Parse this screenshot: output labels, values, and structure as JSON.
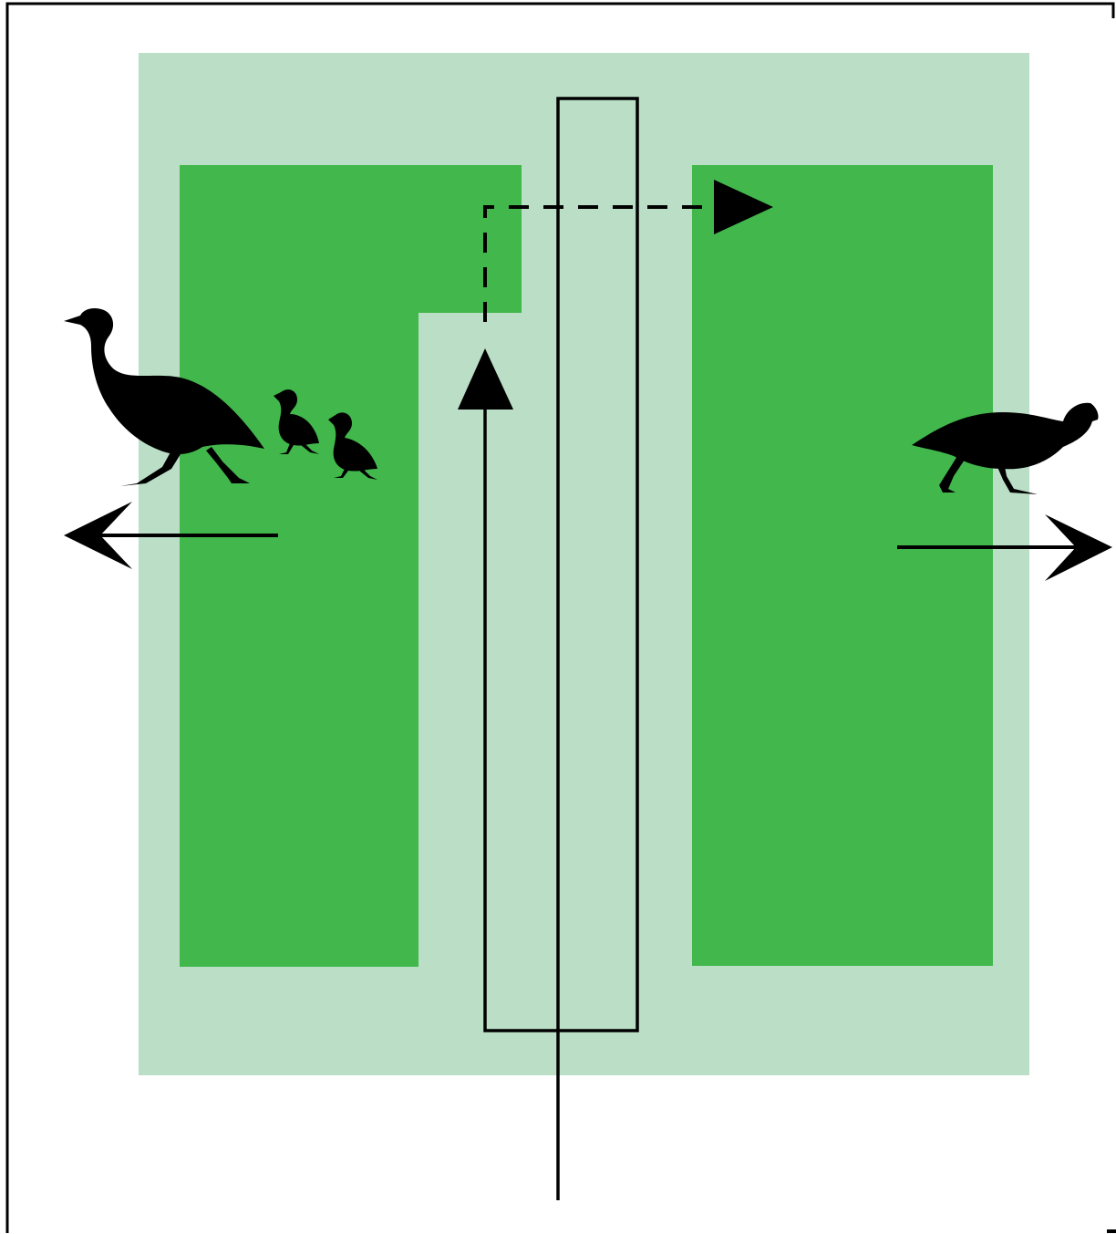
{
  "diagram": {
    "colors": {
      "background": "#ffffff",
      "frame": "#000000",
      "outer_field": "#badfc6",
      "crop_block": "#42b74c",
      "path": "#000000",
      "bird": "#000000"
    },
    "elements": {
      "outer_field": "light-green-field",
      "left_block": "dark-green-block-left",
      "right_block": "dark-green-block-right",
      "center_strip": "central-strip",
      "main_route": "solid-route-with-arrow",
      "alt_route": "dashed-route-with-arrow",
      "left_flight": "arrow-left",
      "right_flight": "arrow-right",
      "left_group": "adult-bird-with-two-chicks",
      "right_group": "single-adult-bird"
    }
  }
}
